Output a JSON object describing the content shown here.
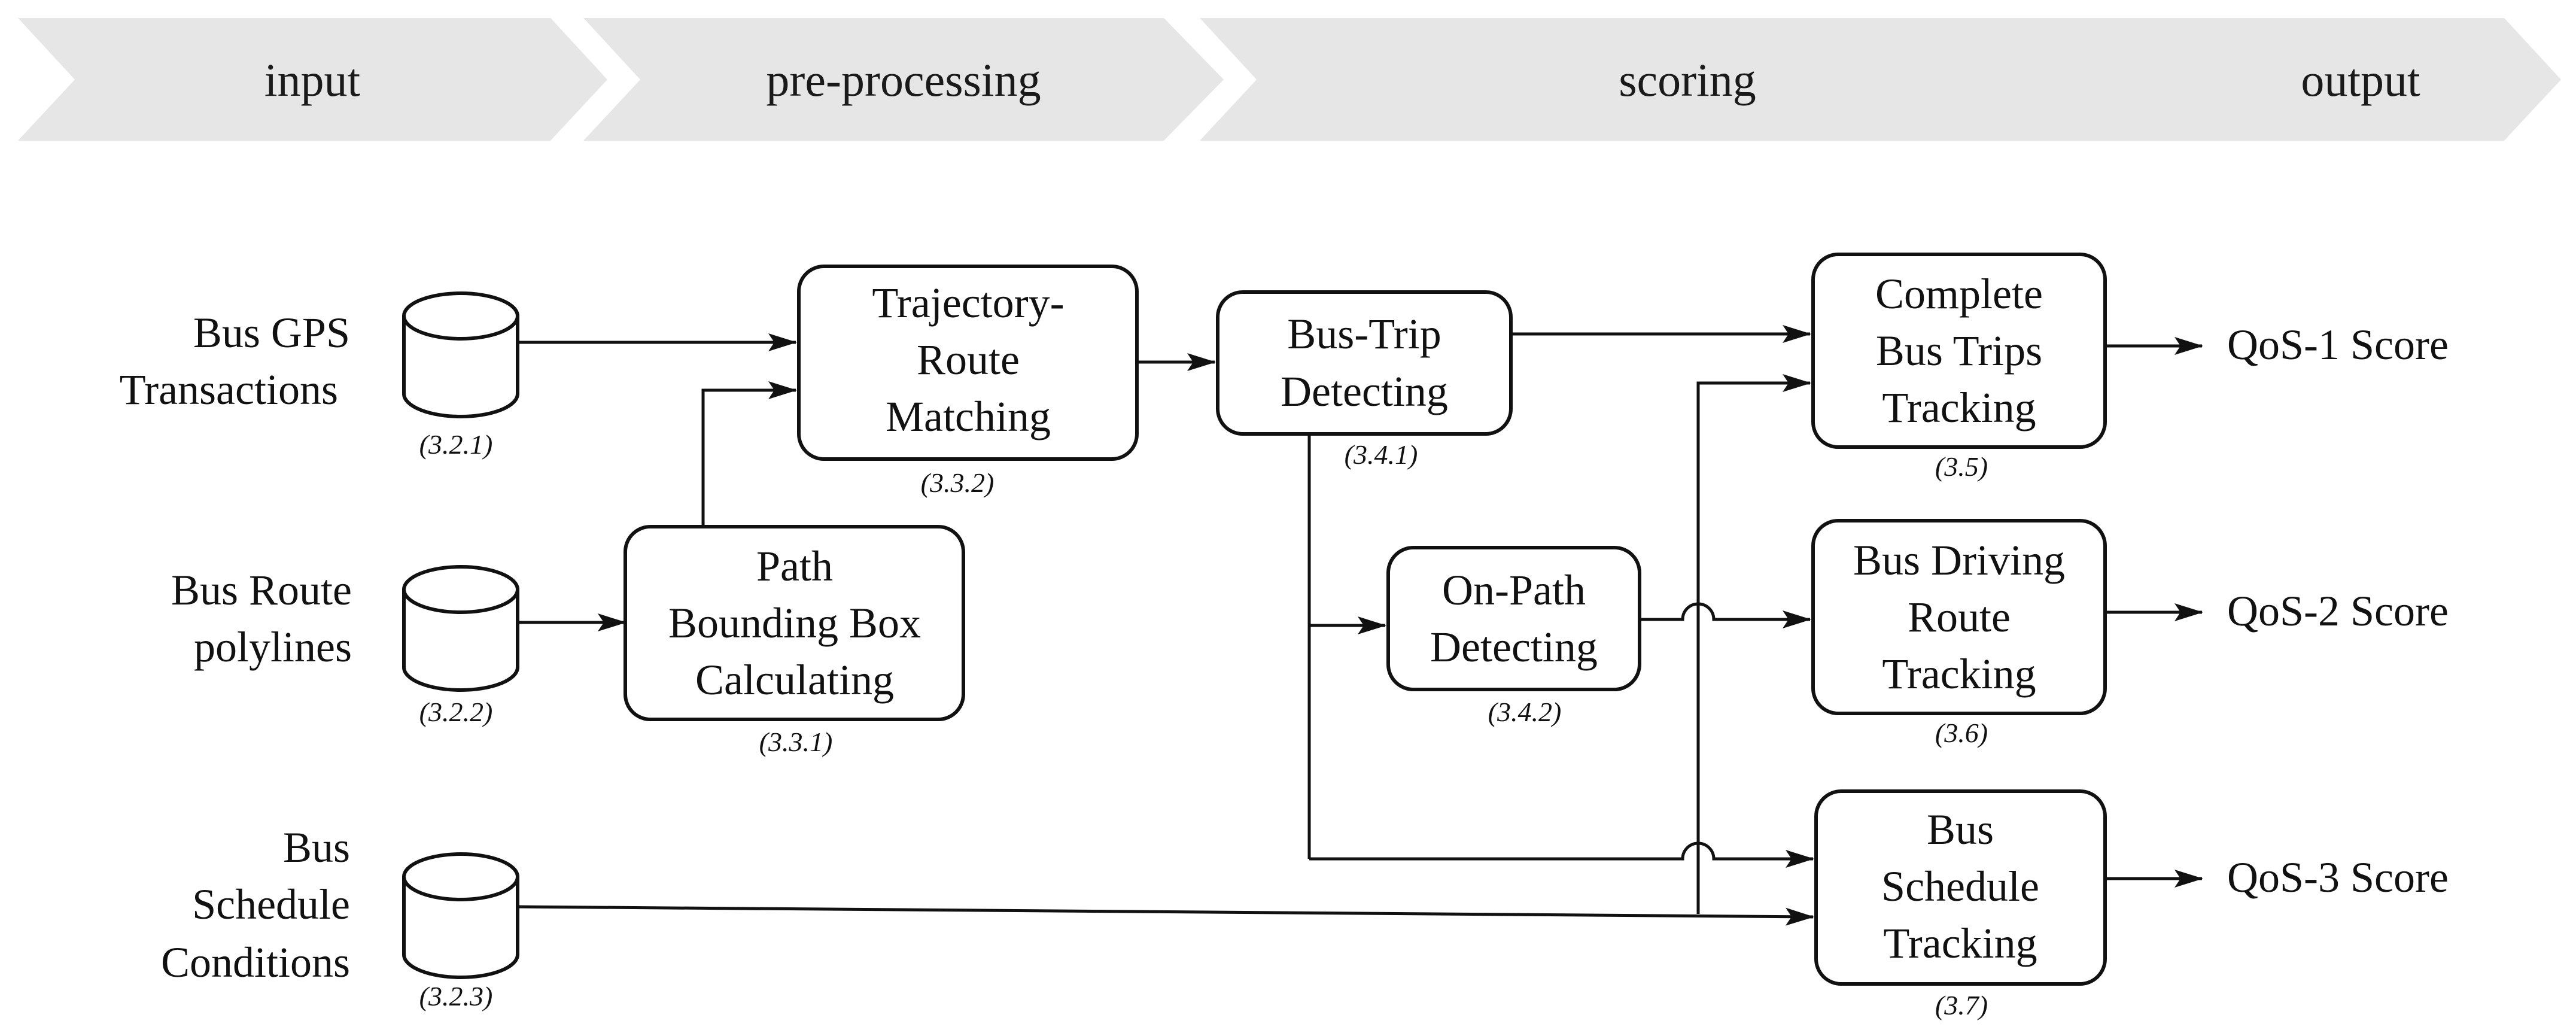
{
  "stages": [
    "input",
    "pre-processing",
    "scoring",
    "output"
  ],
  "sources": [
    {
      "lines": [
        "Bus GPS",
        "Transactions"
      ],
      "ref": "(3.2.1)"
    },
    {
      "lines": [
        "Bus Route",
        "polylines"
      ],
      "ref": "(3.2.2)"
    },
    {
      "lines": [
        "Bus",
        "Schedule",
        "Conditions"
      ],
      "ref": "(3.2.3)"
    }
  ],
  "boxes": {
    "path_bbox": {
      "lines": [
        "Path",
        "Bounding Box",
        "Calculating"
      ],
      "ref": "(3.3.1)"
    },
    "trajectory": {
      "lines": [
        "Trajectory-",
        "Route",
        "Matching"
      ],
      "ref": "(3.3.2)"
    },
    "bus_trip": {
      "lines": [
        "Bus-Trip",
        "Detecting"
      ],
      "ref": "(3.4.1)"
    },
    "on_path": {
      "lines": [
        "On-Path",
        "Detecting"
      ],
      "ref": "(3.4.2)"
    },
    "complete_trips": {
      "lines": [
        "Complete",
        "Bus Trips",
        "Tracking"
      ],
      "ref": "(3.5)"
    },
    "driving_route": {
      "lines": [
        "Bus Driving",
        "Route",
        "Tracking"
      ],
      "ref": "(3.6)"
    },
    "schedule": {
      "lines": [
        "Bus",
        "Schedule",
        "Tracking"
      ],
      "ref": "(3.7)"
    }
  },
  "outputs": [
    "QoS-1 Score",
    "QoS-2 Score",
    "QoS-3 Score"
  ]
}
